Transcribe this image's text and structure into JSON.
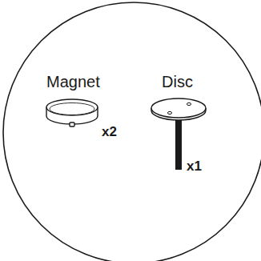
{
  "diagram": {
    "labels": [
      "Magnet",
      "x2",
      "Disc",
      "x1"
    ]
  }
}
